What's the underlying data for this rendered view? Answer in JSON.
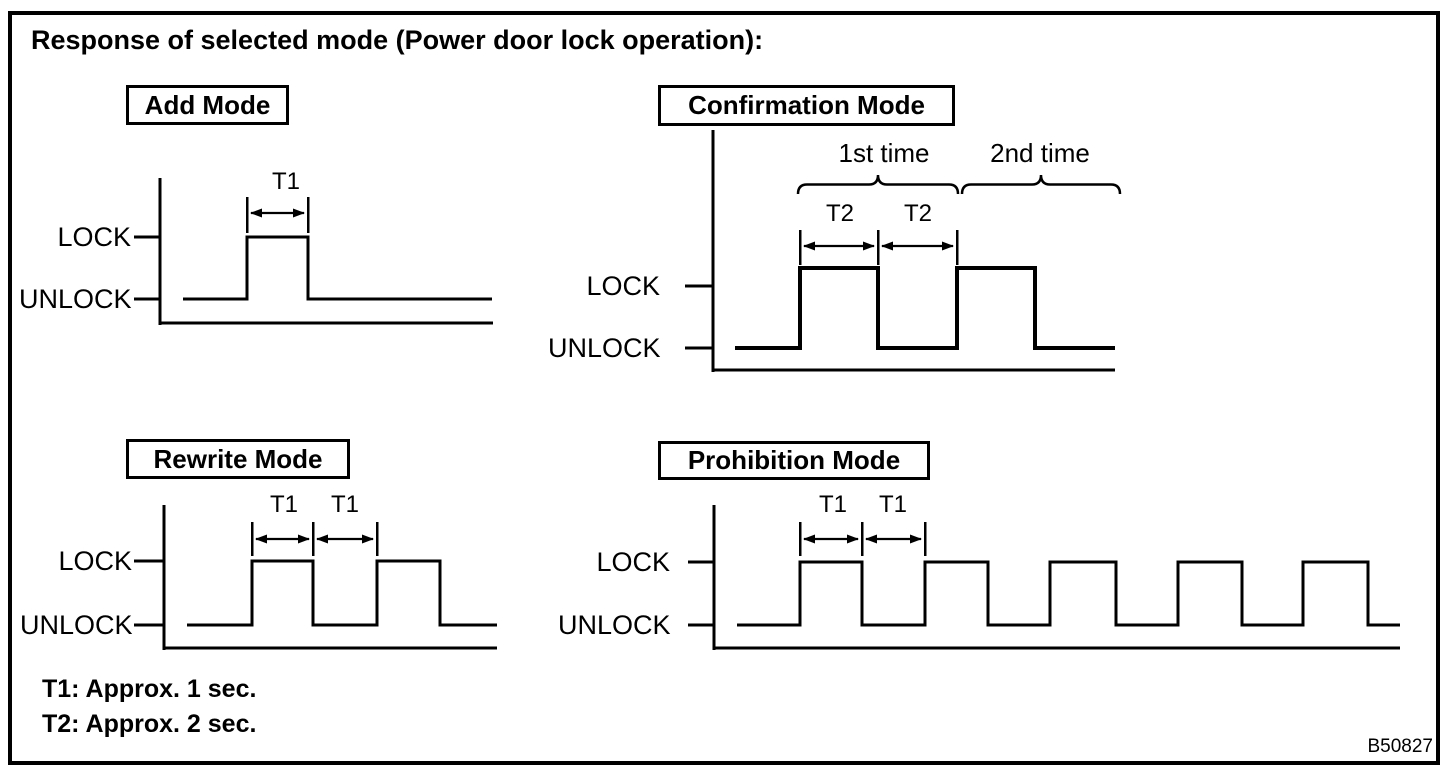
{
  "title": "Response of selected mode (Power door lock operation):",
  "figure_code": "B50827",
  "labels": {
    "lock": "LOCK",
    "unlock": "UNLOCK",
    "t1": "T1",
    "t2": "T2"
  },
  "notes": {
    "t1_note": "T1: Approx. 1 sec.",
    "t2_note": "T2: Approx. 2 sec."
  },
  "diagrams": {
    "add_mode": {
      "title": "Add Mode",
      "pulse_count": 1,
      "pulse_width_label": "T1"
    },
    "confirmation_mode": {
      "title": "Confirmation Mode",
      "first_time": "1st time",
      "second_time": "2nd time",
      "pulse_count": 2,
      "pulse_width_label": "T2"
    },
    "rewrite_mode": {
      "title": "Rewrite Mode",
      "pulse_count": 2,
      "pulse_width_label": "T1"
    },
    "prohibition_mode": {
      "title": "Prohibition Mode",
      "pulse_count": 5,
      "pulse_width_label": "T1"
    }
  }
}
